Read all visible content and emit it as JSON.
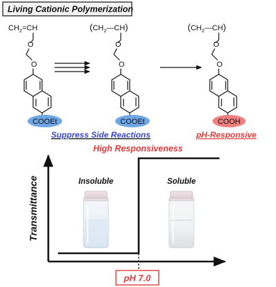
{
  "title": "Living Cationic Polymerization",
  "monomer": {
    "vinyl_left": "CH",
    "vinyl_left_sub": "2",
    "vinyl_eq": "=",
    "vinyl_right": "CH",
    "ester_label": "COOEt",
    "ester_color": "#6fa6e6"
  },
  "polymer_ester": {
    "backbone": "CH",
    "backbone_sub": "2",
    "backbone_right": "CH",
    "ester_label": "COOEt",
    "ester_color": "#6fa6e6"
  },
  "polymer_acid": {
    "backbone": "CH",
    "backbone_sub": "2",
    "backbone_right": "CH",
    "acid_label": "COOH",
    "acid_color": "#f08080"
  },
  "captions": {
    "suppress": "Suppress",
    "side_reactions": "Side Reactions",
    "suppress_color": "#3a47c9",
    "ph_responsive": "pH-Responsive",
    "ph_responsive_color": "#e03a3a"
  },
  "plot": {
    "heading": "High Responsiveness",
    "heading_color": "#e03a3a",
    "ylabel": "Transmittance",
    "insoluble": "Insoluble",
    "soluble": "Soluble",
    "ph_label": "pH 7.0",
    "ph_color": "#e03a3a"
  }
}
